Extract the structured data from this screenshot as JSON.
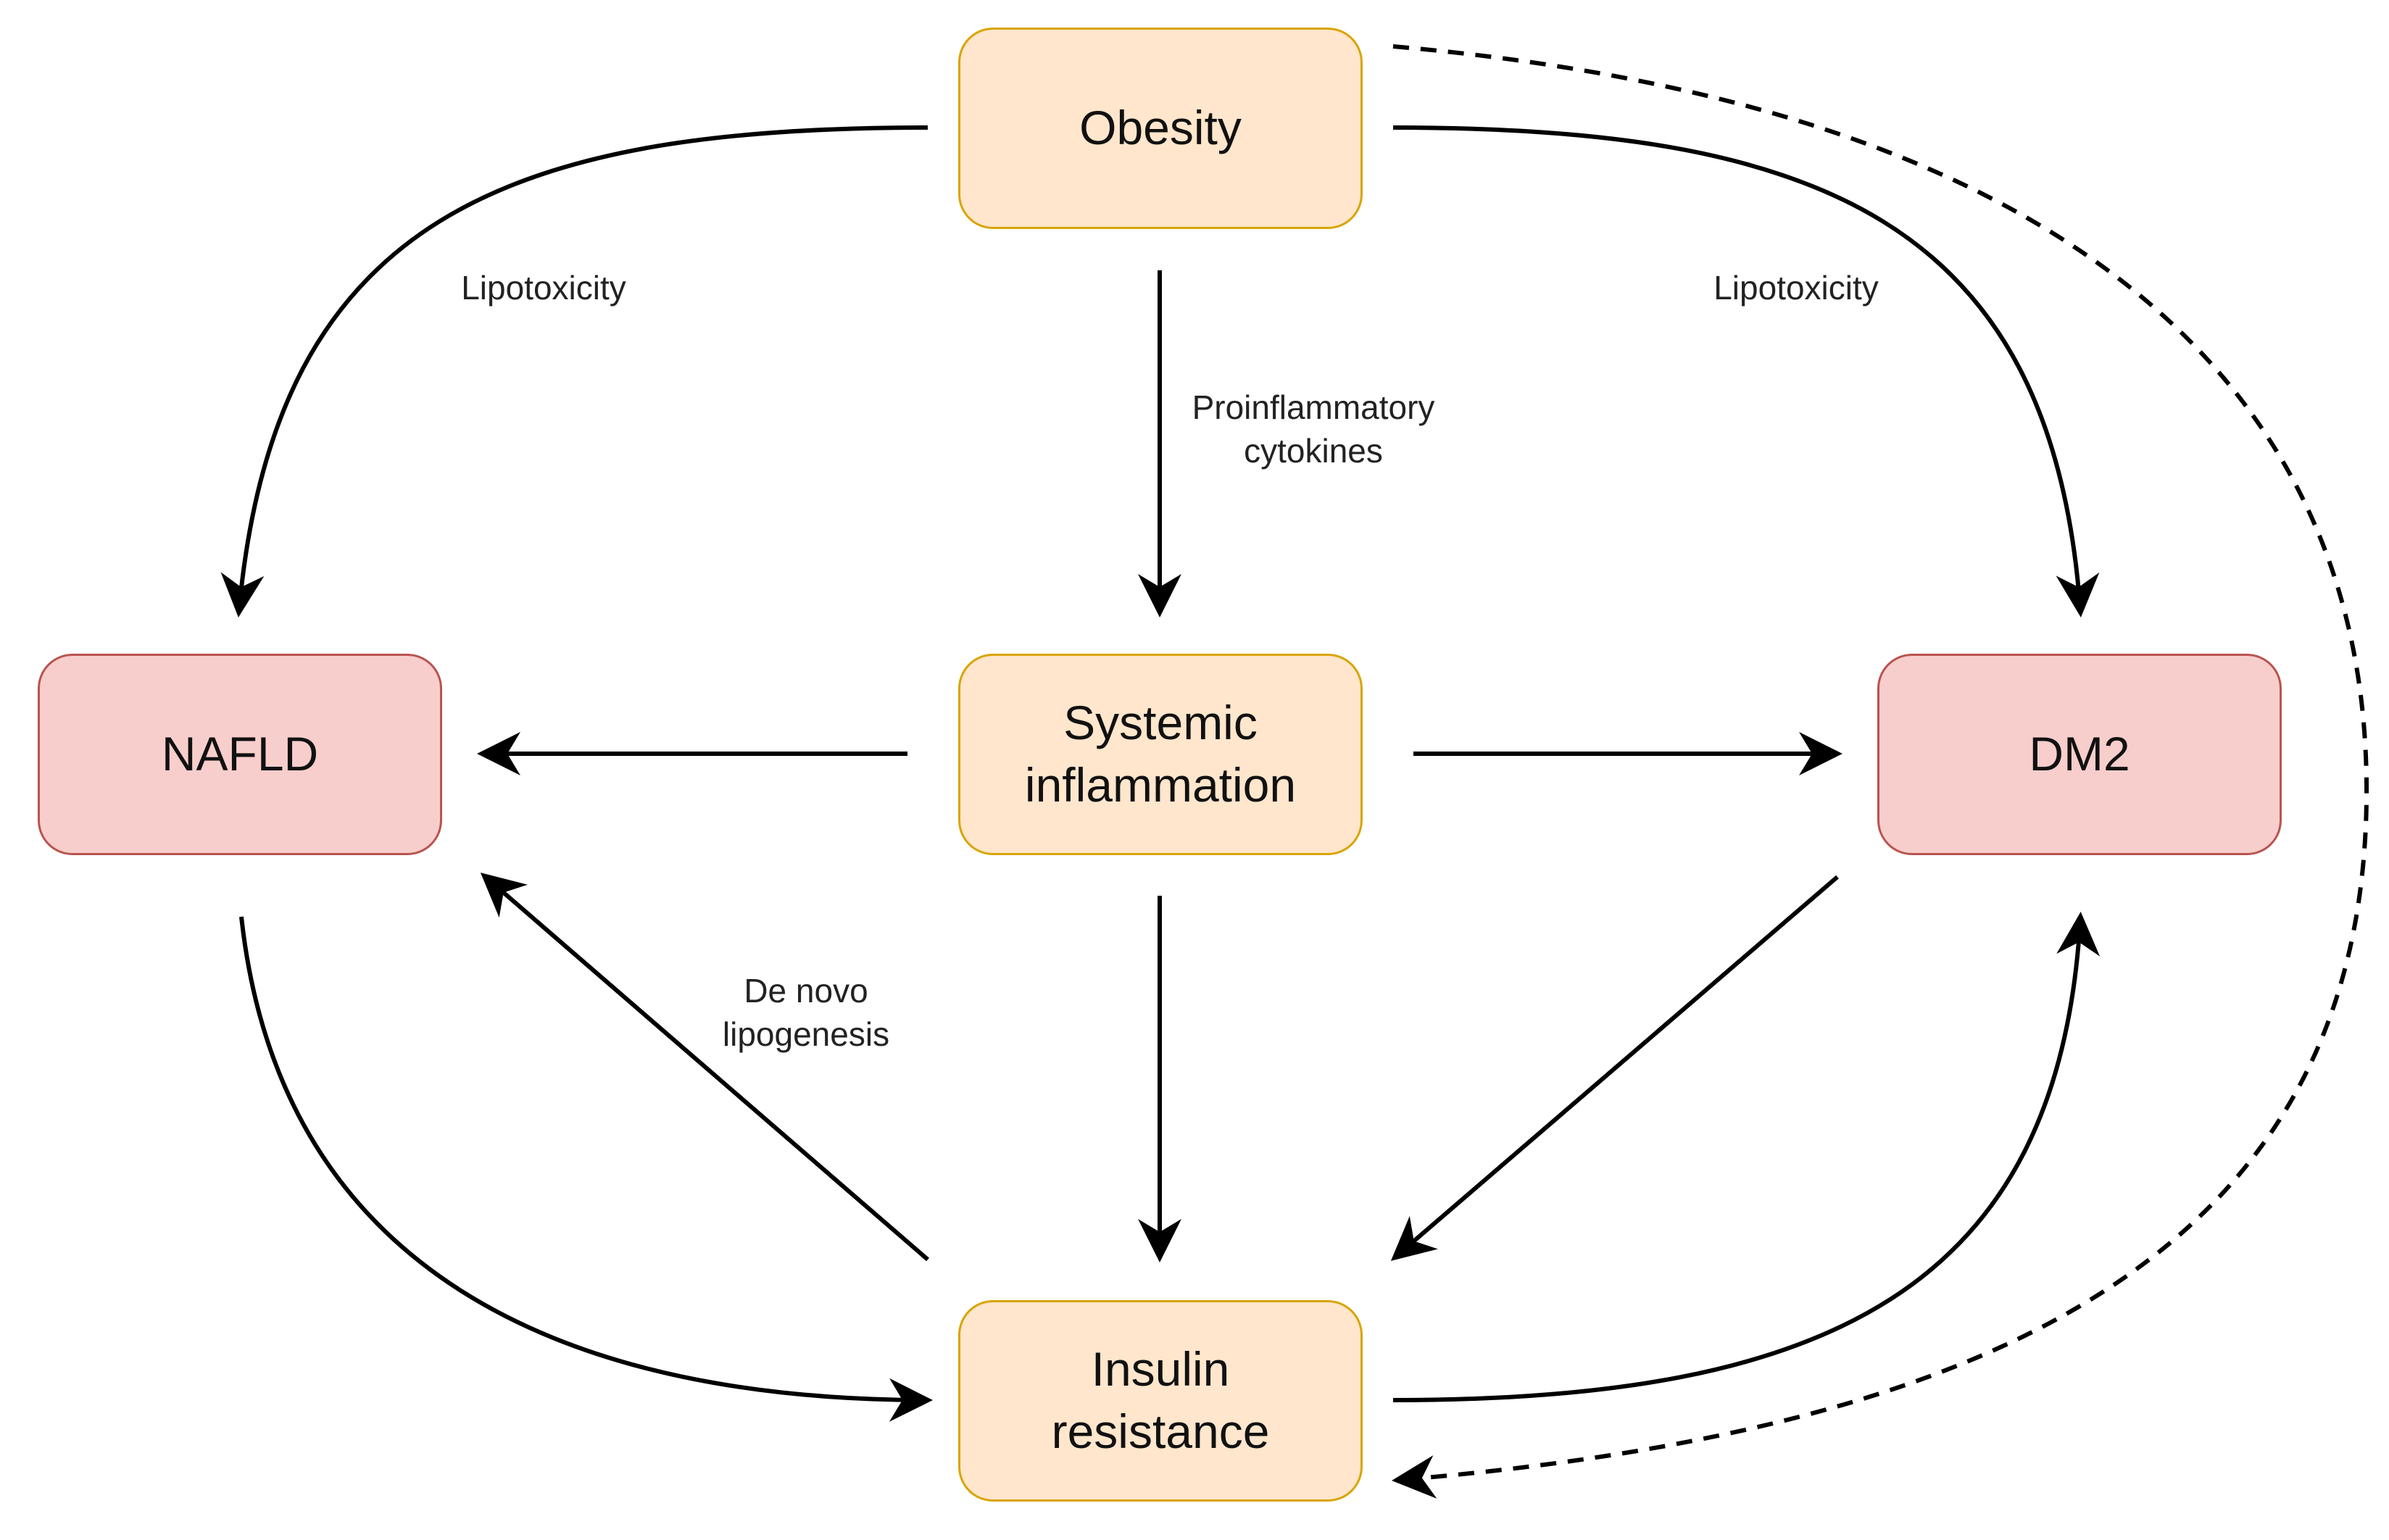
{
  "nodes": {
    "obesity": "Obesity",
    "inflammation": "Systemic\ninflammation",
    "nafld": "NAFLD",
    "dm2": "DM2",
    "insulin": "Insulin\nresistance"
  },
  "edge_labels": {
    "lipotoxicity_left": "Lipotoxicity",
    "lipotoxicity_right": "Lipotoxicity",
    "cytokines": "Proinflammatory\ncytokines",
    "lipogenesis": "De novo\nlipogenesis"
  },
  "colors": {
    "orange_fill": "#ffe6cc",
    "orange_border": "#d9a400",
    "red_fill": "#f8cecc",
    "red_border": "#b85450",
    "arrow": "#000000"
  }
}
